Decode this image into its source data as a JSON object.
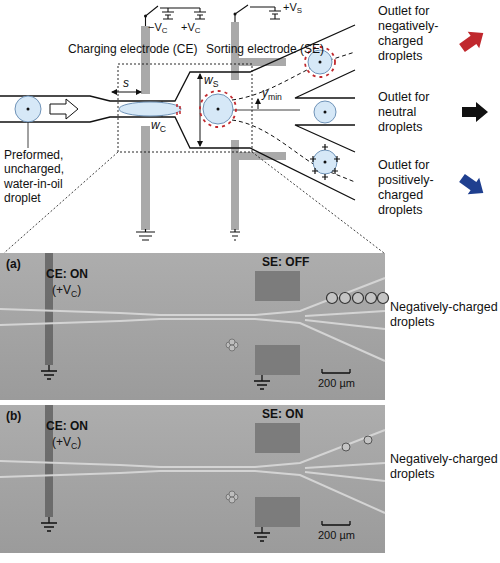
{
  "diagram": {
    "nodes": [
      {
        "text": [
          "(a)",
          "CE: ON",
          "(+V",
          "C",
          ")",
          "SE: OFF",
          "200 µm"
        ]
      },
      {
        "text": [
          "(b)",
          "CE: ON",
          "(+V",
          "C",
          ")",
          "SE: ON",
          "200 µm"
        ]
      }
    ],
    "labels": [
      "Charging electrode (CE)",
      "Sorting electrode (SE)",
      "−V",
      "C",
      "+V",
      "C",
      "+V",
      "S",
      "s",
      "w",
      "C",
      "w",
      "S",
      "y",
      "min",
      "Outlet for negatively-charged droplets",
      "Outlet for neutral droplets",
      "Outlet for positively-charged droplets",
      "Preformed, uncharged, water-in-oil droplet",
      "Negatively-charged droplets",
      "Negatively-charged droplets"
    ]
  }
}
